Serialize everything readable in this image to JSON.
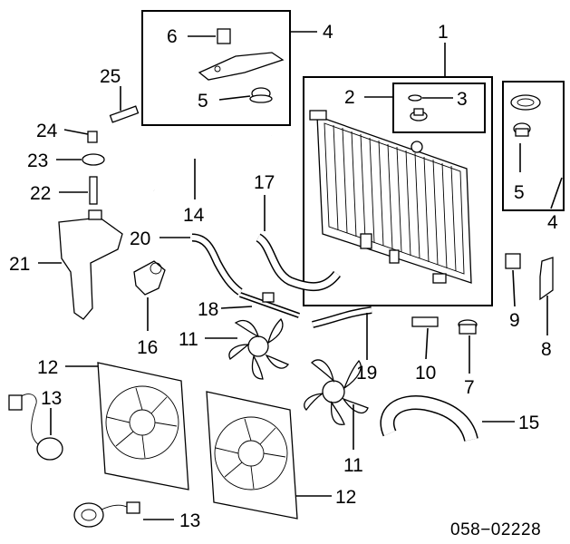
{
  "diagram": {
    "code": "058−02228",
    "callouts": {
      "c1": "1",
      "c2": "2",
      "c3": "3",
      "c4a": "4",
      "c4b": "4",
      "c5a": "5",
      "c5b": "5",
      "c6": "6",
      "c7": "7",
      "c8": "8",
      "c9": "9",
      "c10": "10",
      "c11a": "11",
      "c11b": "11",
      "c12a": "12",
      "c12b": "12",
      "c13a": "13",
      "c13b": "13",
      "c14": "14",
      "c15": "15",
      "c16": "16",
      "c17": "17",
      "c18": "18",
      "c19": "19",
      "c20": "20",
      "c21": "21",
      "c22": "22",
      "c23": "23",
      "c24": "24",
      "c25": "25"
    }
  }
}
